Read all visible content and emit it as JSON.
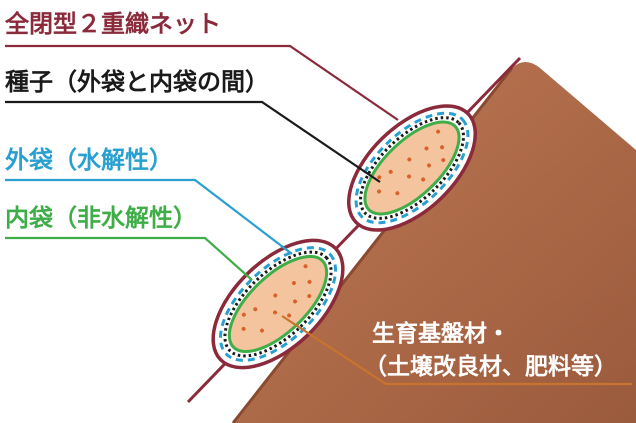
{
  "labels": {
    "net": "全閉型２重織ネット",
    "seed": "種子（外袋と内袋の間）",
    "outer_bag": "外袋（水解性）",
    "inner_bag": "内袋（非水解性）",
    "substrate_line1": "生育基盤材・",
    "substrate_line2": "（土壌改良材、肥料等）"
  },
  "colors": {
    "net": "#8b2a3a",
    "seed": "#1a1a1a",
    "outer_bag": "#2aa0d0",
    "inner_bag": "#3fae49",
    "substrate": "#c8742e",
    "slope_fill": "#b5714e",
    "bag_fill": "#f3c49e",
    "seed_dots": "#d9622a"
  }
}
